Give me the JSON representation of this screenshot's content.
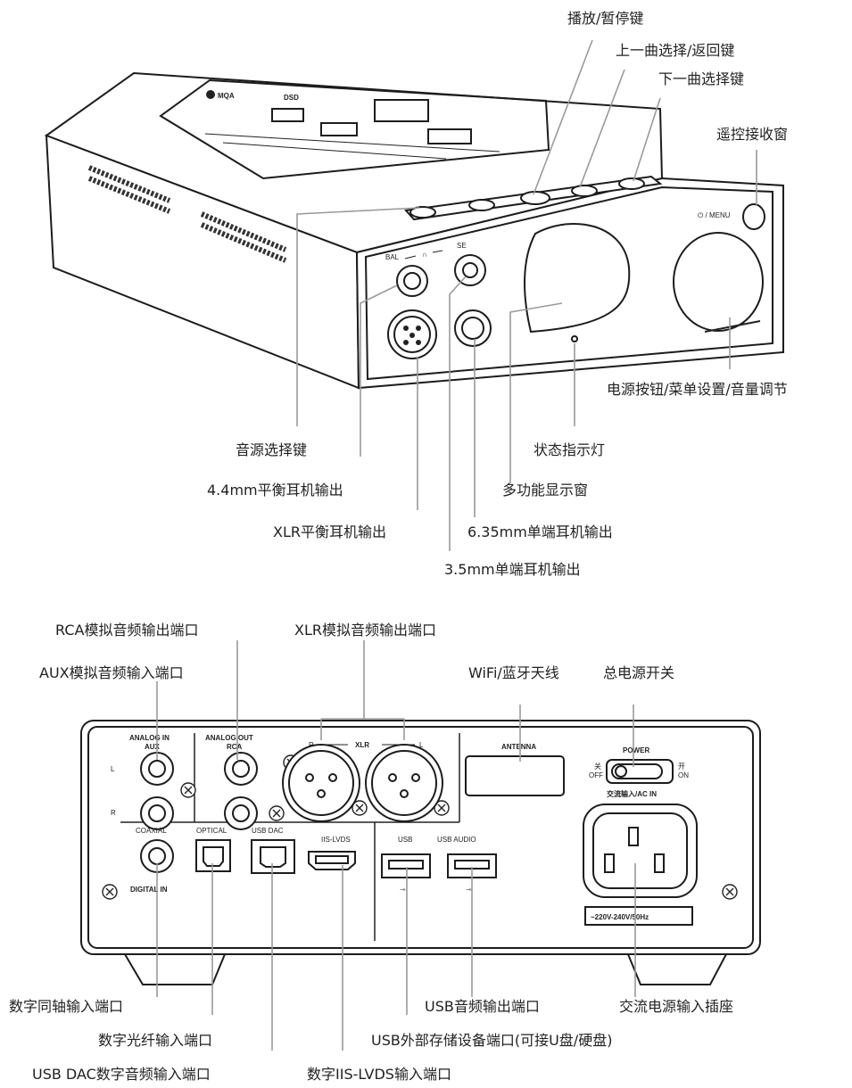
{
  "front_labels": {
    "play_pause": "播放/暂停键",
    "prev_back": "上一曲选择/返回键",
    "next": "下一曲选择键",
    "remote_receiver": "遥控接收窗",
    "power_menu_volume": "电源按钮/菜单设置/音量调节",
    "source_select": "音源选择键",
    "status_led": "状态指示灯",
    "bal_44": "4.4mm平衡耳机输出",
    "display": "多功能显示窗",
    "xlr_headphone": "XLR平衡耳机输出",
    "se_635": "6.35mm单端耳机输出",
    "se_35": "3.5mm单端耳机输出"
  },
  "front_panel": {
    "bal": "BAL",
    "se": "SE",
    "power_menu": "⏻ / MENU",
    "top_logo": "MQA",
    "top_dsd": "DSD"
  },
  "rear_labels": {
    "rca_out": "RCA模拟音频输出端口",
    "xlr_out": "XLR模拟音频输出端口",
    "aux_in": "AUX模拟音频输入端口",
    "antenna": "WiFi/蓝牙天线",
    "main_power": "总电源开关",
    "coaxial": "数字同轴输入端口",
    "usb_audio_out": "USB音频输出端口",
    "ac_socket": "交流电源输入插座",
    "optical": "数字光纤输入端口",
    "usb_storage": "USB外部存储设备端口(可接U盘/硬盘)",
    "usb_dac": "USB DAC数字音频输入端口",
    "iis_lvds": "数字IIS-LVDS输入端口"
  },
  "rear_panel": {
    "analog_in": "ANALOG IN",
    "aux": "AUX",
    "analog_out": "ANALOG OUT",
    "rca": "RCA",
    "l": "L",
    "r": "R",
    "xlr": "XLR",
    "antenna": "ANTENNA",
    "power": "POWER",
    "off_cn": "关",
    "off": "OFF",
    "on_cn": "开",
    "on": "ON",
    "ac_in": "交流输入/AC IN",
    "voltage": "~220V-240V/50Hz",
    "coaxial": "COAXIAL",
    "digital_in": "DIGITAL IN",
    "optical": "OPTICAL",
    "usb_dac": "USB DAC",
    "iis_lvds": "IIS-LVDS",
    "usb": "USB",
    "usb_audio": "USB AUDIO"
  }
}
